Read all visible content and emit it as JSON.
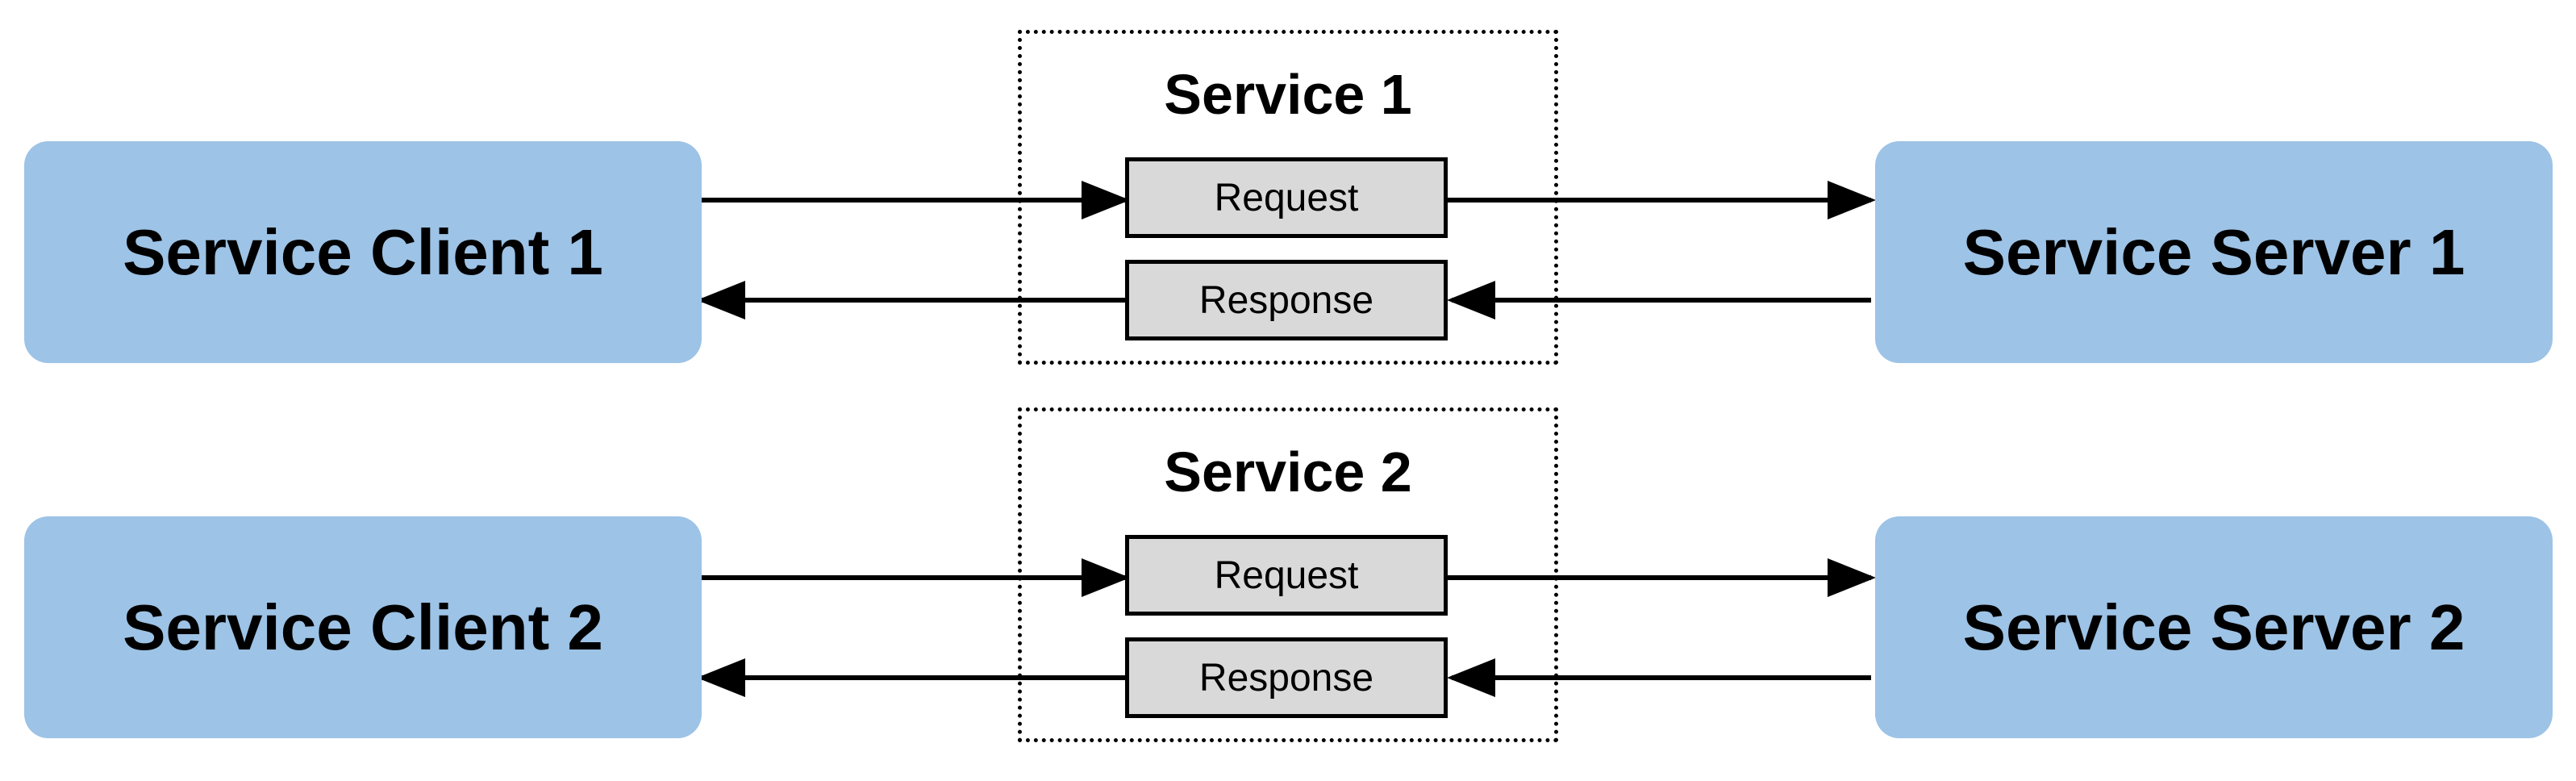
{
  "colors": {
    "node_fill": "#9dc3e6",
    "message_fill": "#d9d9d9",
    "line": "#000000"
  },
  "clients": [
    {
      "label": "Service Client 1"
    },
    {
      "label": "Service Client 2"
    }
  ],
  "servers": [
    {
      "label": "Service Server 1"
    },
    {
      "label": "Service Server 2"
    }
  ],
  "services": [
    {
      "title": "Service 1",
      "request_label": "Request",
      "response_label": "Response"
    },
    {
      "title": "Service 2",
      "request_label": "Request",
      "response_label": "Response"
    }
  ]
}
